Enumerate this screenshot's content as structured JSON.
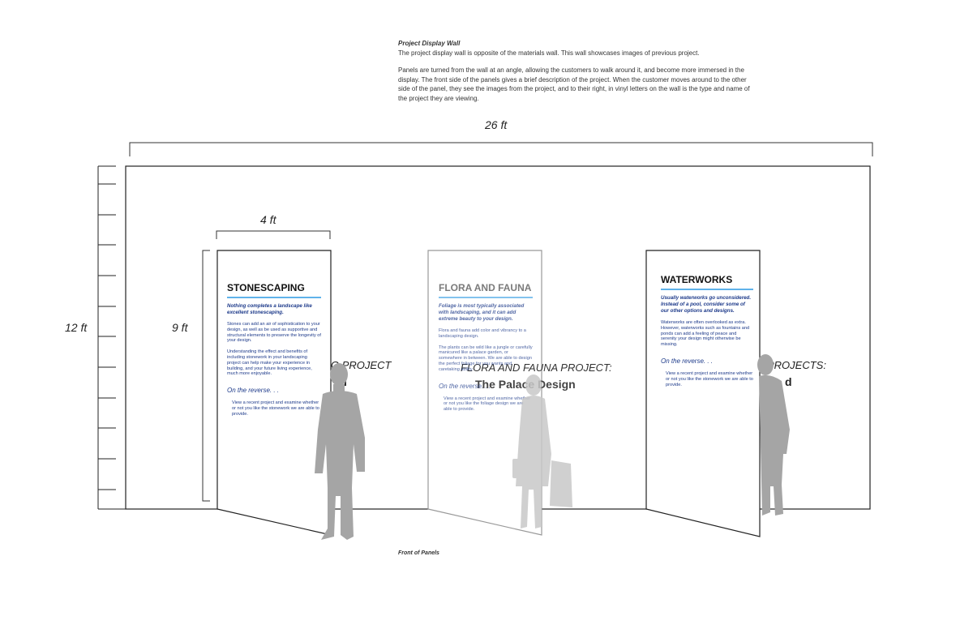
{
  "intro": {
    "title": "Project Display Wall",
    "line1": "The project display wall is opposite of the materials wall. This wall showcases images of previous project.",
    "para2": "Panels are turned from the wall at an angle, allowing the customers to walk around it, and become more immersed in the display. The front side of the panels gives a brief description of the project. When the customer moves around to the other side of the panel, they see the images from the project, and to their right, in vinyl letters on the wall is the type and name of the project they are viewing."
  },
  "dimensions": {
    "wall_width": "26 ft",
    "wall_height": "12 ft",
    "panel_width": "4 ft",
    "panel_height": "9 ft"
  },
  "wall_text": {
    "left_frag": "G PROJECT",
    "left_frag2": "l",
    "middle_title": "FLORA AND FAUNA PROJECT:",
    "middle_name": "The Palace Design",
    "right_frag": "PROJECTS:",
    "right_frag2": "d"
  },
  "panels": [
    {
      "heading": "STONESCAPING",
      "intro": "Nothing completes a landscape like excellent stonescaping.",
      "body1": "Stones can add an air of sophistication to your design, as well as be used as supportive and structural elements to preserve the longevity of your design.",
      "body2": "Understanding the effect and benefits of including stonework in your landscaping project can help make your experience in building, and your future living experience, much more enjoyable.",
      "reverse": "On the reverse. . .",
      "view": "View a recent project and examine whether or not you like the stonework we are able to provide."
    },
    {
      "heading": "FLORA AND FAUNA",
      "intro": "Foliage is most typically associated with landscaping, and it can add extreme beauty to your design.",
      "body1": "Flora and fauna add color and vibrancy to a landscaping design.",
      "body2": "The plants can be wild like a jungle or carefully manicured like a palace garden, or somewhere in between. We are able to design the perfect foliage for you wants and caretaking ability.",
      "reverse": "On the reverse. . .",
      "view": "View a recent project and examine whether or not you like the foliage design we are able to provide."
    },
    {
      "heading": "WATERWORKS",
      "intro": "Usually waterworks go unconsidered. Instead of a pool, consider some of our other options and designs.",
      "body1": "Waterworks are often overlooked as extra. However, waterworks such as fountains and ponds can add a feeling of peace and serenity your design might otherwise be missing.",
      "body2": "",
      "reverse": "On the reverse. . .",
      "view": "View a recent project and examine whether or not you like the stonework we are able to provide."
    }
  ],
  "caption": "Front of Panels",
  "colors": {
    "accent_rule": "#5fb2ea",
    "panel_text": "#1d3a8a",
    "silhouette": "#a5a5a5"
  }
}
